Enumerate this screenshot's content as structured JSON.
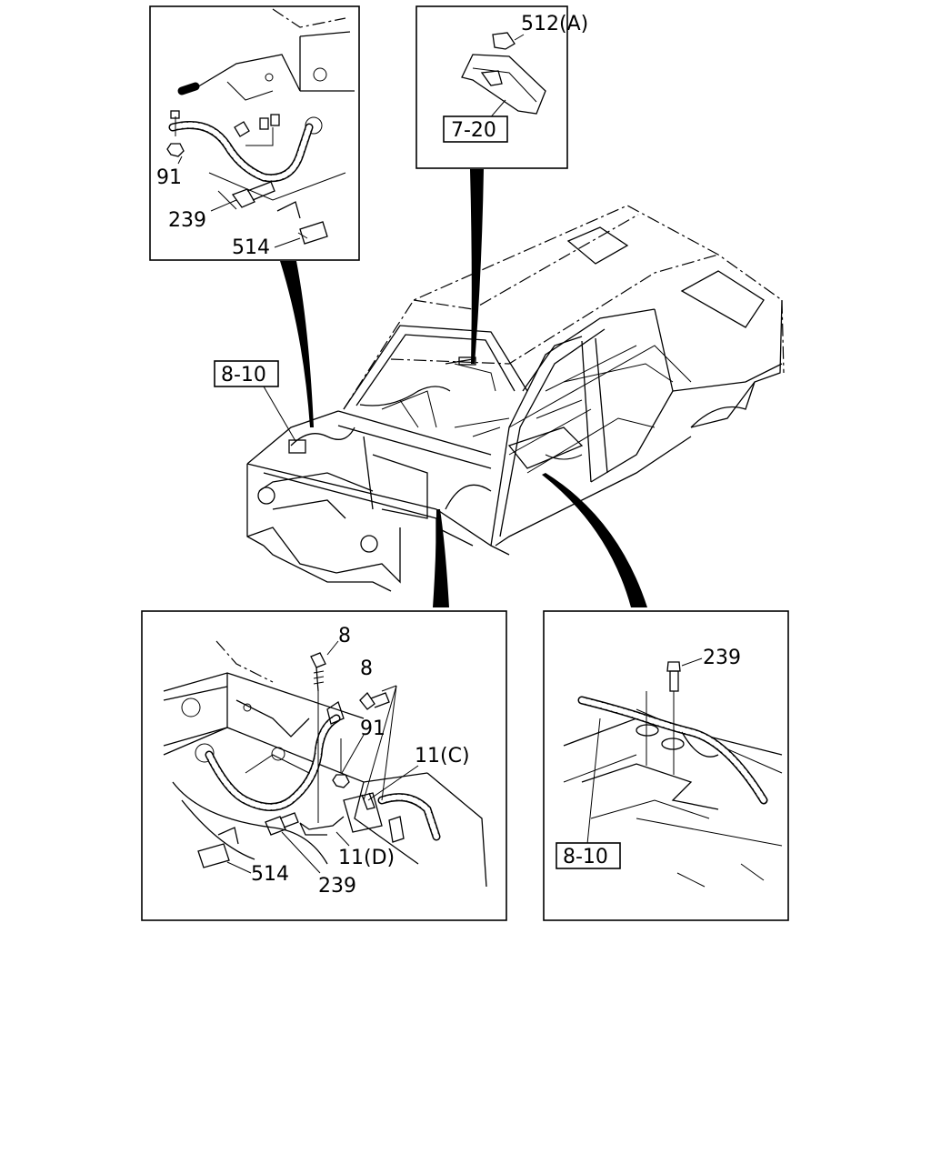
{
  "callouts": {
    "top_left": {
      "nut": "91",
      "bolt": "239",
      "clip": "514"
    },
    "top_right": {
      "clip": "512(A)",
      "ref": "7-20"
    },
    "body": {
      "ref": "8-10"
    },
    "bottom_left": {
      "bolt_top": "8",
      "bolt_right": "8",
      "nut": "91",
      "bracket_c": "11(C)",
      "bracket_d": "11(D)",
      "clip": "514",
      "bolt": "239"
    },
    "bottom_right": {
      "bolt": "239",
      "ref": "8-10"
    }
  }
}
